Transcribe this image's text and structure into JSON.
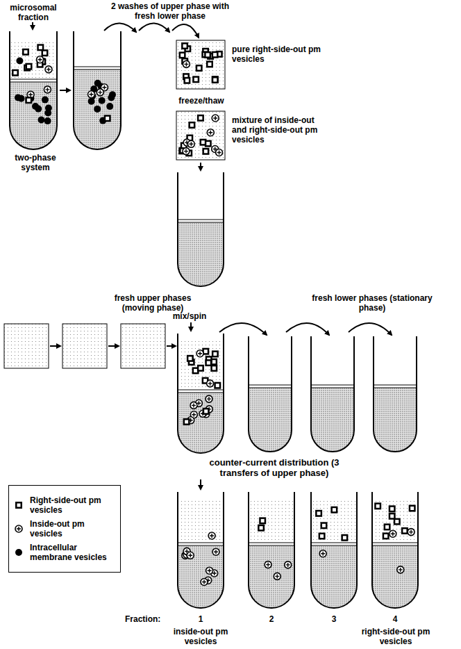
{
  "diagram": {
    "labels": [
      "microsomal fraction",
      "2 washes of upper phase with fresh lower phase",
      "two-phase system",
      "pure right-side-out pm vesicles",
      "freeze/thaw",
      "mixture of inside-out and right-side-out pm vesicles",
      "fresh upper phases (moving phase)",
      "mix/spin",
      "fresh lower phases (stationary phase)",
      "counter-current distribution (3 transfers of upper phase)",
      "Fraction:",
      "1",
      "2",
      "3",
      "4",
      "inside-out pm vesicles",
      "right-side-out pm vesicles"
    ],
    "legend": [
      {
        "text": "Right-side-out pm vesicles"
      },
      {
        "text": "Inside-out pm vesicles"
      },
      {
        "text": "Intracellular membrane vesicles"
      }
    ]
  }
}
